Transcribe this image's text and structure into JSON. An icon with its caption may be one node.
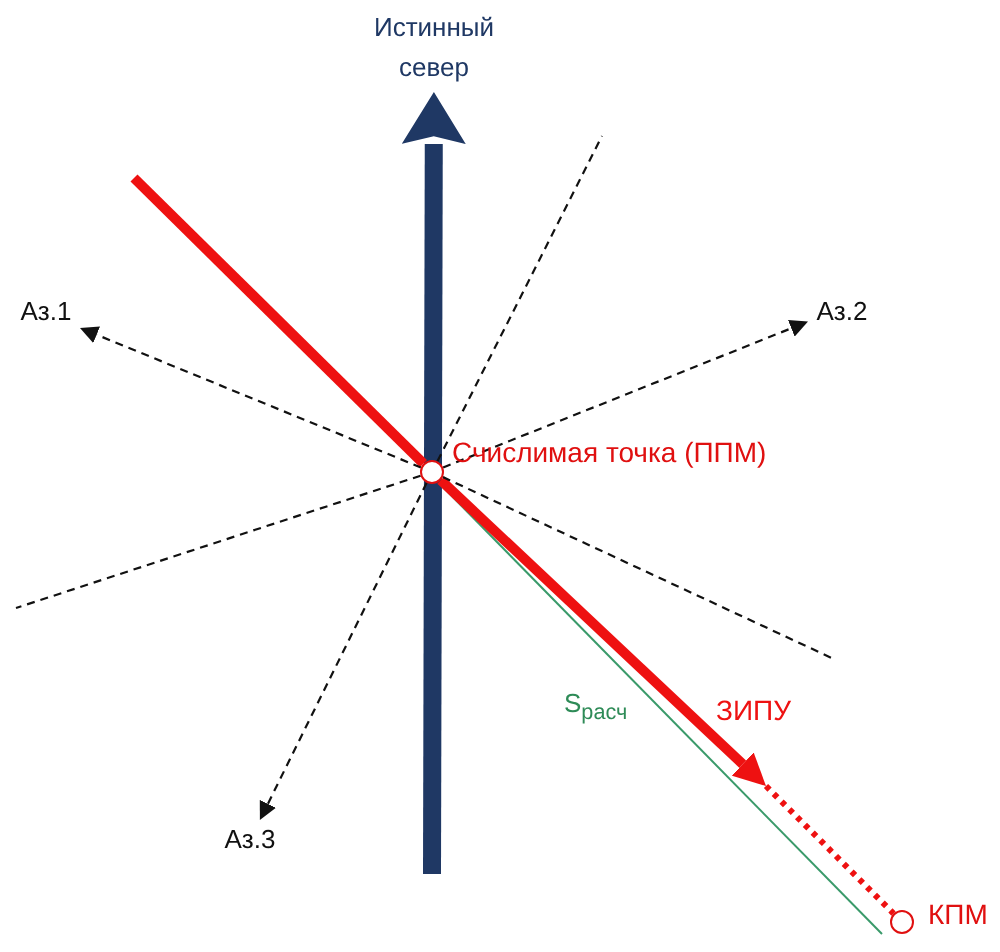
{
  "diagram": {
    "nodes": [
      {
        "text": [
          "Истинный север"
        ]
      },
      {
        "text": [],
        "shape": "circle",
        "beside": [
          "Счислимая точка (ППМ)"
        ]
      },
      {
        "text": [
          "Аз.1"
        ]
      },
      {
        "text": [
          "Аз.2"
        ]
      },
      {
        "text": [
          "Аз.3"
        ]
      },
      {
        "text": [],
        "shape": "circle",
        "beside": [
          "КПМ"
        ]
      }
    ],
    "edges": [
      {
        "from": null,
        "to": 0,
        "arrow": "to",
        "style": "thick",
        "color": "#1f3864"
      },
      {
        "from": null,
        "to": 1,
        "arrow": "none",
        "style": "thick",
        "color": "#ee1111"
      },
      {
        "from": 1,
        "to": null,
        "arrow": "to",
        "style": "thick",
        "color": "#ee1111",
        "label": "ЗИПУ"
      },
      {
        "from": null,
        "to": 5,
        "arrow": "none",
        "style": "dashed",
        "color": "#ee1111"
      },
      {
        "from": 1,
        "to": 2,
        "arrow": "to",
        "style": "dashed"
      },
      {
        "from": 1,
        "to": 3,
        "arrow": "to",
        "style": "dashed"
      },
      {
        "from": 1,
        "to": 4,
        "arrow": "to",
        "style": "dashed"
      },
      {
        "from": 1,
        "to": null,
        "arrow": "none",
        "style": "dashed"
      },
      {
        "from": 1,
        "to": null,
        "arrow": "none",
        "style": "dashed"
      },
      {
        "from": 1,
        "to": null,
        "arrow": "none",
        "style": "dashed"
      }
    ],
    "labels": [
      "S$_{расч}$"
    ]
  }
}
